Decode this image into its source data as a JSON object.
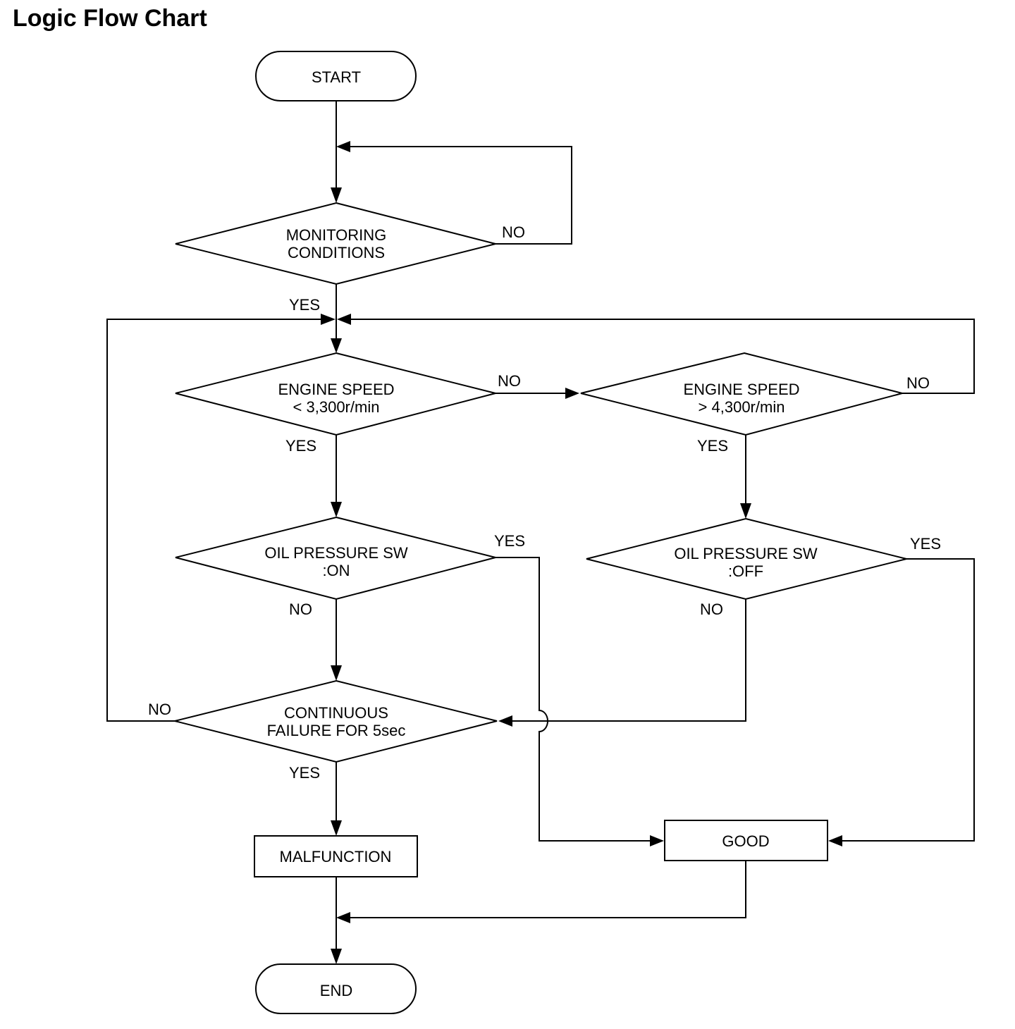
{
  "title": "Logic Flow Chart",
  "nodes": {
    "start": "START",
    "monitoring": [
      "MONITORING",
      "CONDITIONS"
    ],
    "engine_low": [
      "ENGINE SPEED",
      "< 3,300r/min"
    ],
    "engine_high": [
      "ENGINE SPEED",
      "> 4,300r/min"
    ],
    "oil_on": [
      "OIL PRESSURE SW",
      ":ON"
    ],
    "oil_off": [
      "OIL PRESSURE SW",
      ":OFF"
    ],
    "continuous": [
      "CONTINUOUS",
      "FAILURE FOR 5sec"
    ],
    "malfunction": "MALFUNCTION",
    "good": "GOOD",
    "end": "END"
  },
  "branch_labels": {
    "monitoring": {
      "yes": "YES",
      "no": "NO"
    },
    "engine_low": {
      "yes": "YES",
      "no": "NO"
    },
    "engine_high": {
      "yes": "YES",
      "no": "NO"
    },
    "oil_on": {
      "yes": "YES",
      "no": "NO"
    },
    "oil_off": {
      "yes": "YES",
      "no": "NO"
    },
    "continuous": {
      "yes": "YES",
      "no": "NO"
    }
  },
  "colors": {
    "line": "#000000",
    "background": "#ffffff"
  }
}
